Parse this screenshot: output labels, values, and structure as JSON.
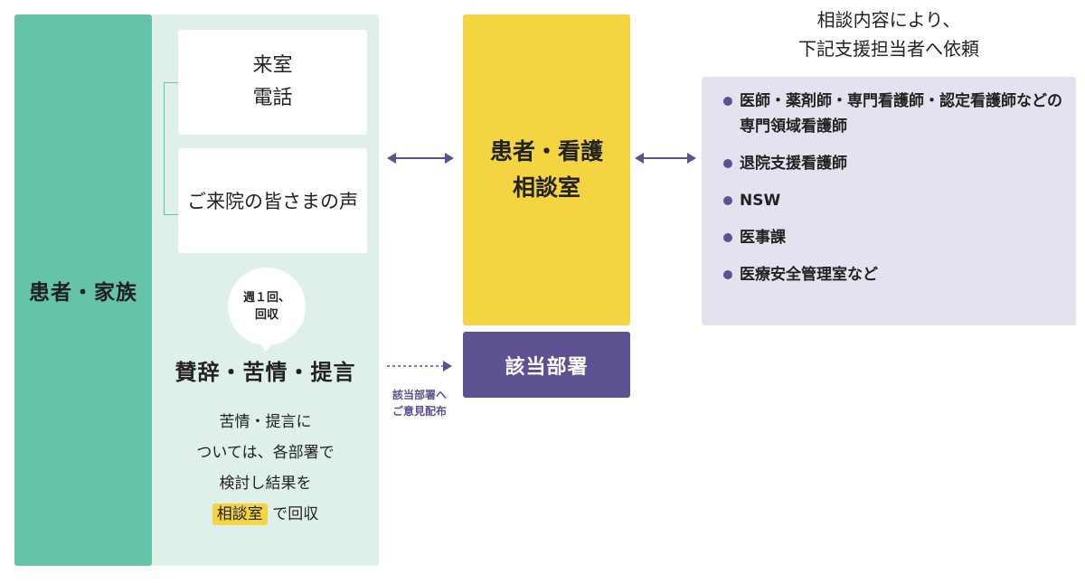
{
  "family": {
    "label": "患者・家族"
  },
  "channels": {
    "visit_line1": "来室",
    "visit_line2": "電話",
    "voice": "ご来院の皆さまの声"
  },
  "bubble": {
    "line1": "週１回、",
    "line2": "回収"
  },
  "feedback": {
    "title": "賛辞・苦情・提言",
    "desc_line1": "苦情・提言に",
    "desc_line2": "ついては、各部署で",
    "desc_line3": "検討し結果を",
    "desc_highlight": "相談室",
    "desc_suffix": "で回収"
  },
  "consult": {
    "line1": "患者・看護",
    "line2": "相談室"
  },
  "dept": {
    "label": "該当部署",
    "note_line1": "該当部署へ",
    "note_line2": "ご意見配布"
  },
  "request": {
    "heading_line1": "相談内容により、",
    "heading_line2": "下記支援担当者へ依頼"
  },
  "staff": [
    "医師・薬剤師・専門看護師・認定看護師などの専門領域看護師",
    "退院支援看護師",
    "NSW",
    "医事課",
    "医療安全管理室など"
  ],
  "colors": {
    "green": "#65c3aa",
    "light_green": "#dff0ea",
    "yellow": "#f4d541",
    "purple": "#5e5192",
    "lavender": "#e5e2ef"
  }
}
